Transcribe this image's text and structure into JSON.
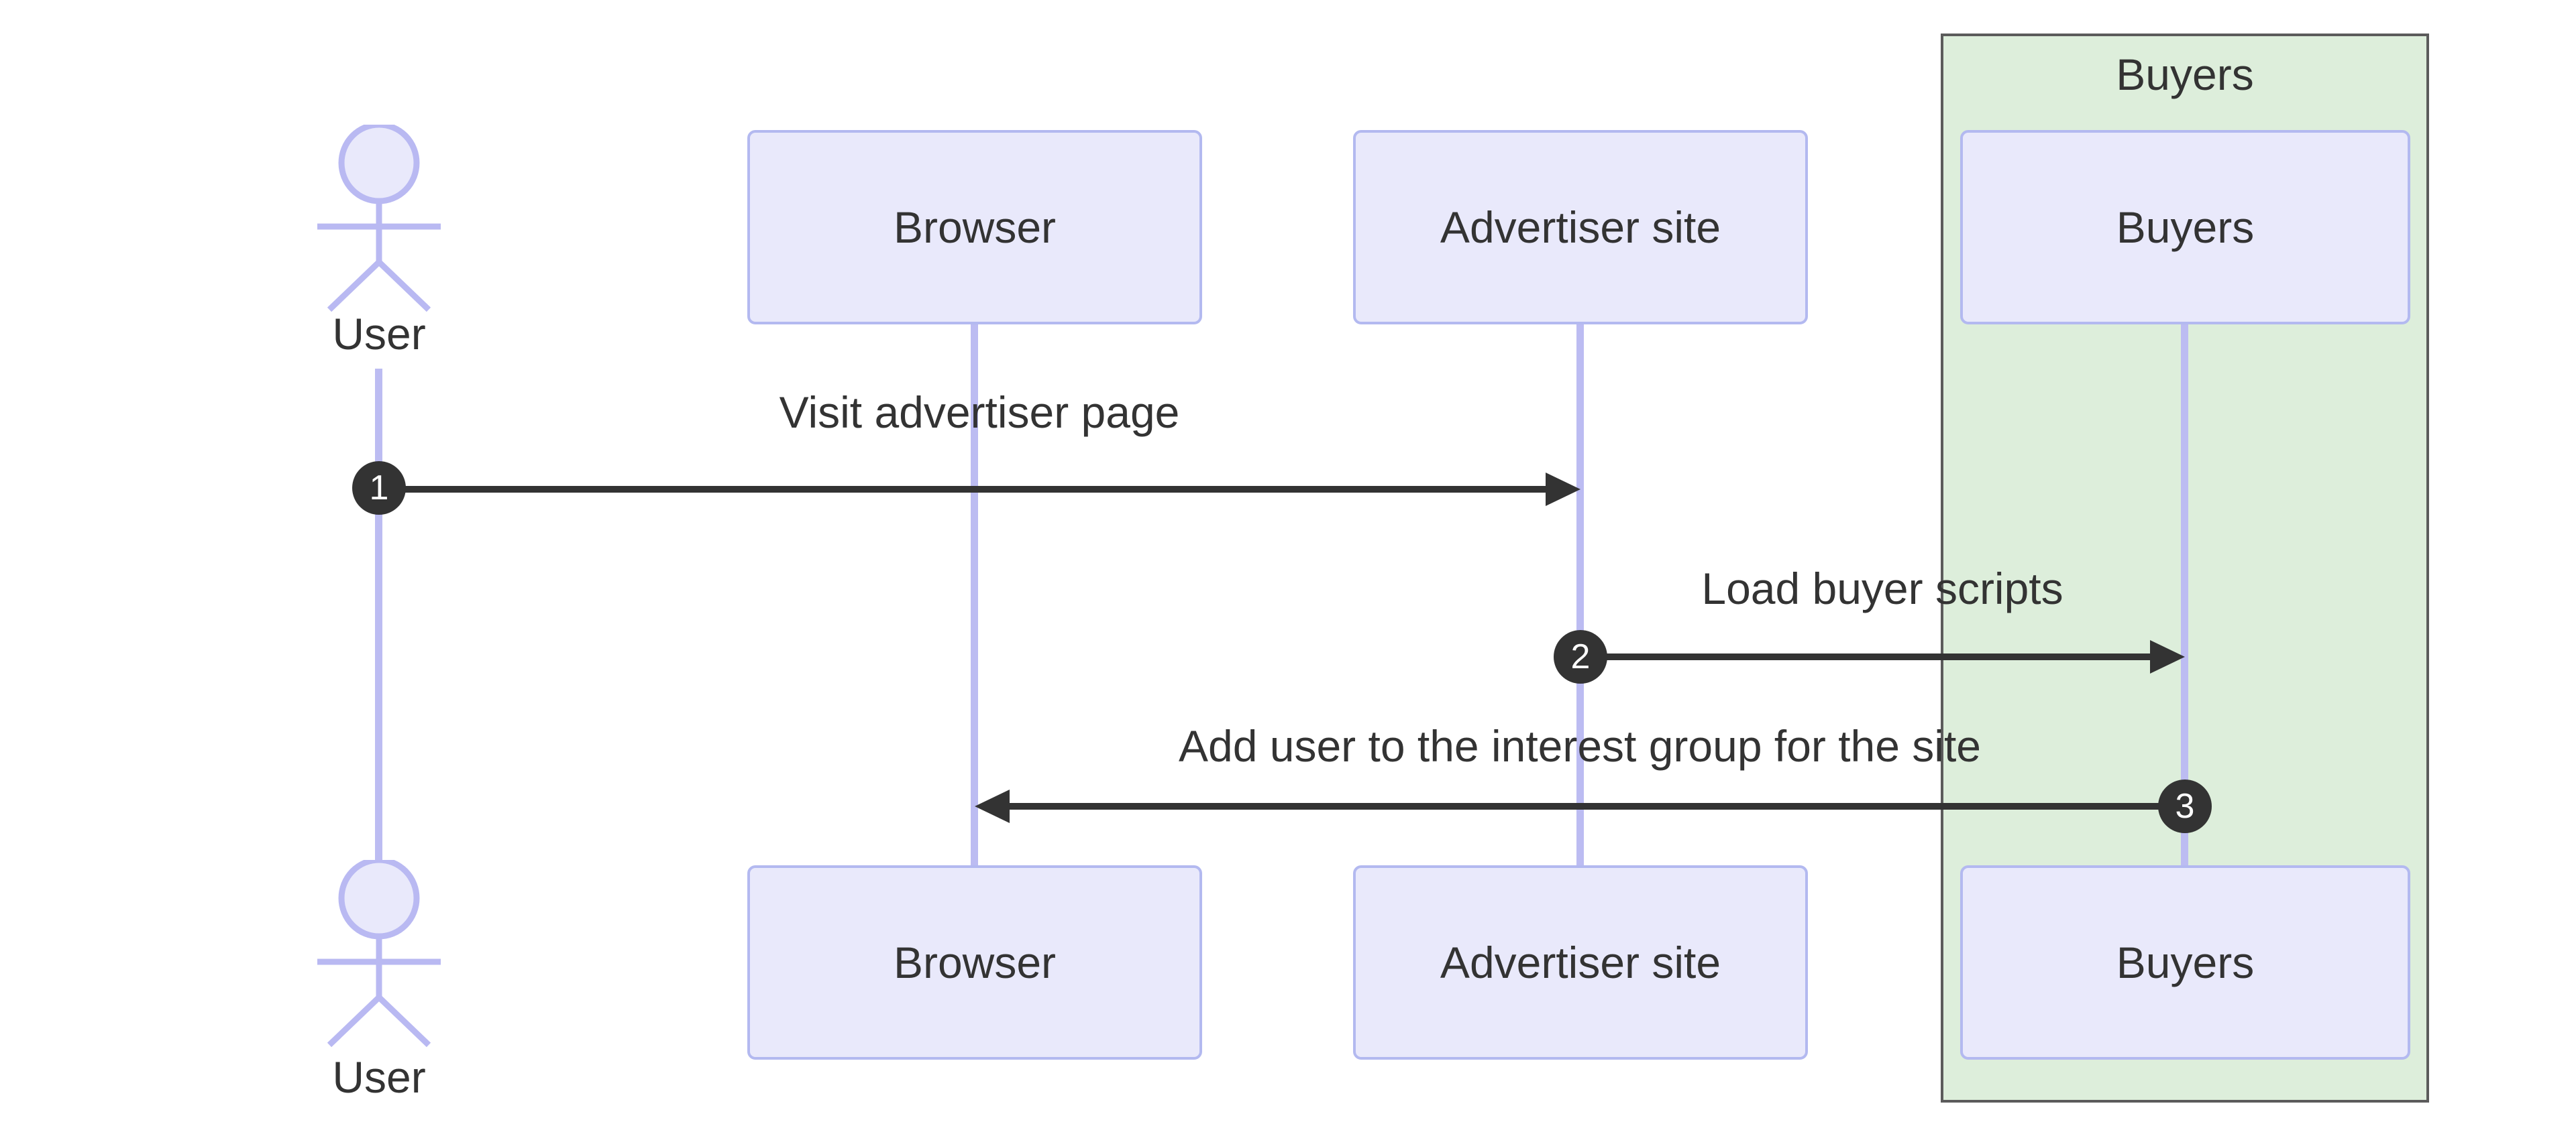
{
  "diagram": {
    "type": "sequence",
    "group": {
      "label": "Buyers"
    },
    "actor": {
      "label": "User"
    },
    "participants": [
      {
        "label": "Browser"
      },
      {
        "label": "Advertiser site"
      },
      {
        "label": "Buyers"
      }
    ],
    "messages": [
      {
        "seq": "1",
        "text": "Visit advertiser page",
        "from": "User",
        "to": "Advertiser site",
        "direction": "right"
      },
      {
        "seq": "2",
        "text": "Load buyer scripts",
        "from": "Advertiser site",
        "to": "Buyers",
        "direction": "right"
      },
      {
        "seq": "3",
        "text": "Add user to the interest group for the site",
        "from": "Buyers",
        "to": "Browser",
        "direction": "left"
      }
    ],
    "colors": {
      "background": "#ffffff",
      "participant_fill": "#e9e9fb",
      "participant_border": "#b3b9f0",
      "lifeline": "#bcbcf2",
      "actor_stroke": "#b9b9f2",
      "group_fill": "#ddeedb",
      "group_border": "#5b5b5b",
      "arrow": "#333333",
      "badge_fill": "#333333",
      "badge_text": "#ffffff",
      "text": "#333333"
    }
  }
}
